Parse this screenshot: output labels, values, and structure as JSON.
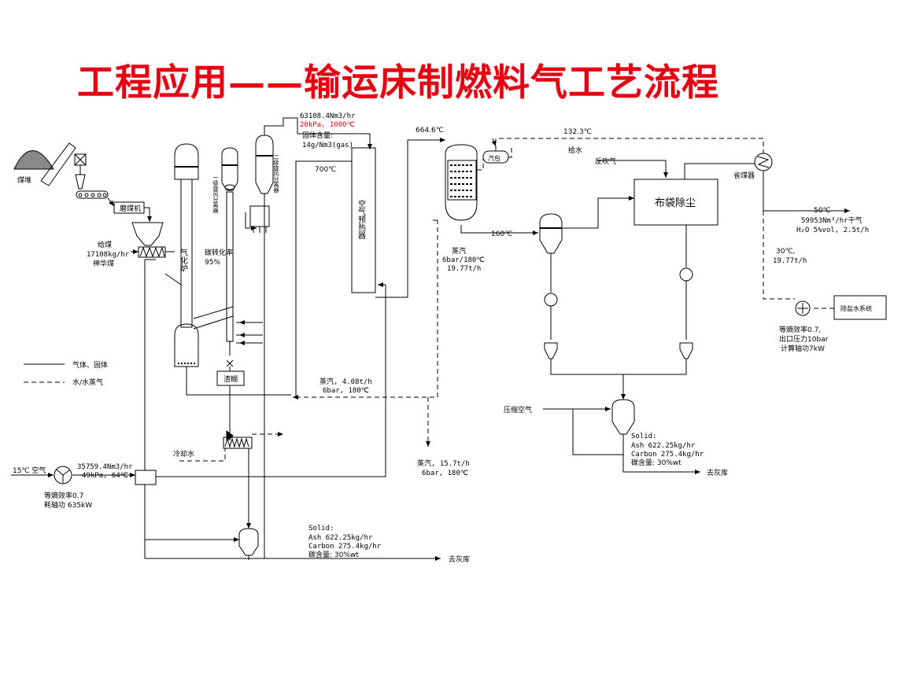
{
  "title": "工程应用——输运床制燃料气工艺流程",
  "labels": {
    "coal_pile": "煤堆",
    "crusher": "磨煤机",
    "coal_feed": "给煤",
    "coal_feed_rate": "17108kg/hr",
    "coal_type": "神华煤",
    "gasifier": "气化炉",
    "carbon_conv": "碳转化率",
    "carbon_conv_val": "95%",
    "sep1": "一级旋风分离器",
    "sep2": "二级旋风分离器",
    "slag": "渣糊",
    "top_flow": "63108.4Nm3/hr",
    "top_press": "20kPa, 1000℃",
    "solids_content": "固体含量:",
    "solids_val": "14g/Nm3(gas)",
    "t700": "700℃",
    "preheater": "空气预热器",
    "t664": "664.6℃",
    "t132": "132.3℃",
    "drum": "汽包",
    "feed_water": "给水",
    "back_blow": "反吹气",
    "economizer": "省煤器",
    "baghouse": "布袋除尘",
    "t50": "50℃",
    "gas_flow": "59953Nm³/hr干气",
    "gas_h2o": "H₂O 5%vol, 2.5t/h",
    "t160": "160℃",
    "steam_a": "蒸汽",
    "steam_a2": "6bar/180℃",
    "steam_a3": "19.77t/h",
    "w30": "30℃,",
    "w30b": "19.77t/h",
    "pump_eff": "等熵效率0.7,",
    "pump_press": "出口压力10bar",
    "pump_power": "计算轴功7kW",
    "demin": "除盐水系统",
    "legend_solid": "气体、固体",
    "legend_dash": "水/水蒸气",
    "steam_b1": "蒸汽, 4.08t/h",
    "steam_b2": "6bar, 180℃",
    "steam_c1": "蒸汽, 15.7t/h",
    "steam_c2": "6bar, 180℃",
    "compressed_air": "压缩空气",
    "solid1_t": "Solid:",
    "solid1_ash": "Ash 622.25kg/hr",
    "solid1_c": "Carbon 275.4kg/hr",
    "solid1_cc": "碳含量: 30%wt",
    "to_ash1": "去灰库",
    "cooling_water": "冷却水",
    "air_in": "15℃ 空气",
    "air_flow": "35759.4Nm3/hr",
    "air_press": "49kPa, 64℃",
    "fan_eff": "等熵效率0.7",
    "fan_power": "耗轴功 635kW",
    "solid2_t": "Solid:",
    "solid2_ash": "Ash 622.25kg/hr",
    "solid2_c": "Carbon 275.4kg/hr",
    "solid2_cc": "碳含量: 30%wt",
    "to_ash2": "去灰库"
  },
  "colors": {
    "title": "#e60012",
    "highlight": "#e60012",
    "line": "#000000"
  }
}
